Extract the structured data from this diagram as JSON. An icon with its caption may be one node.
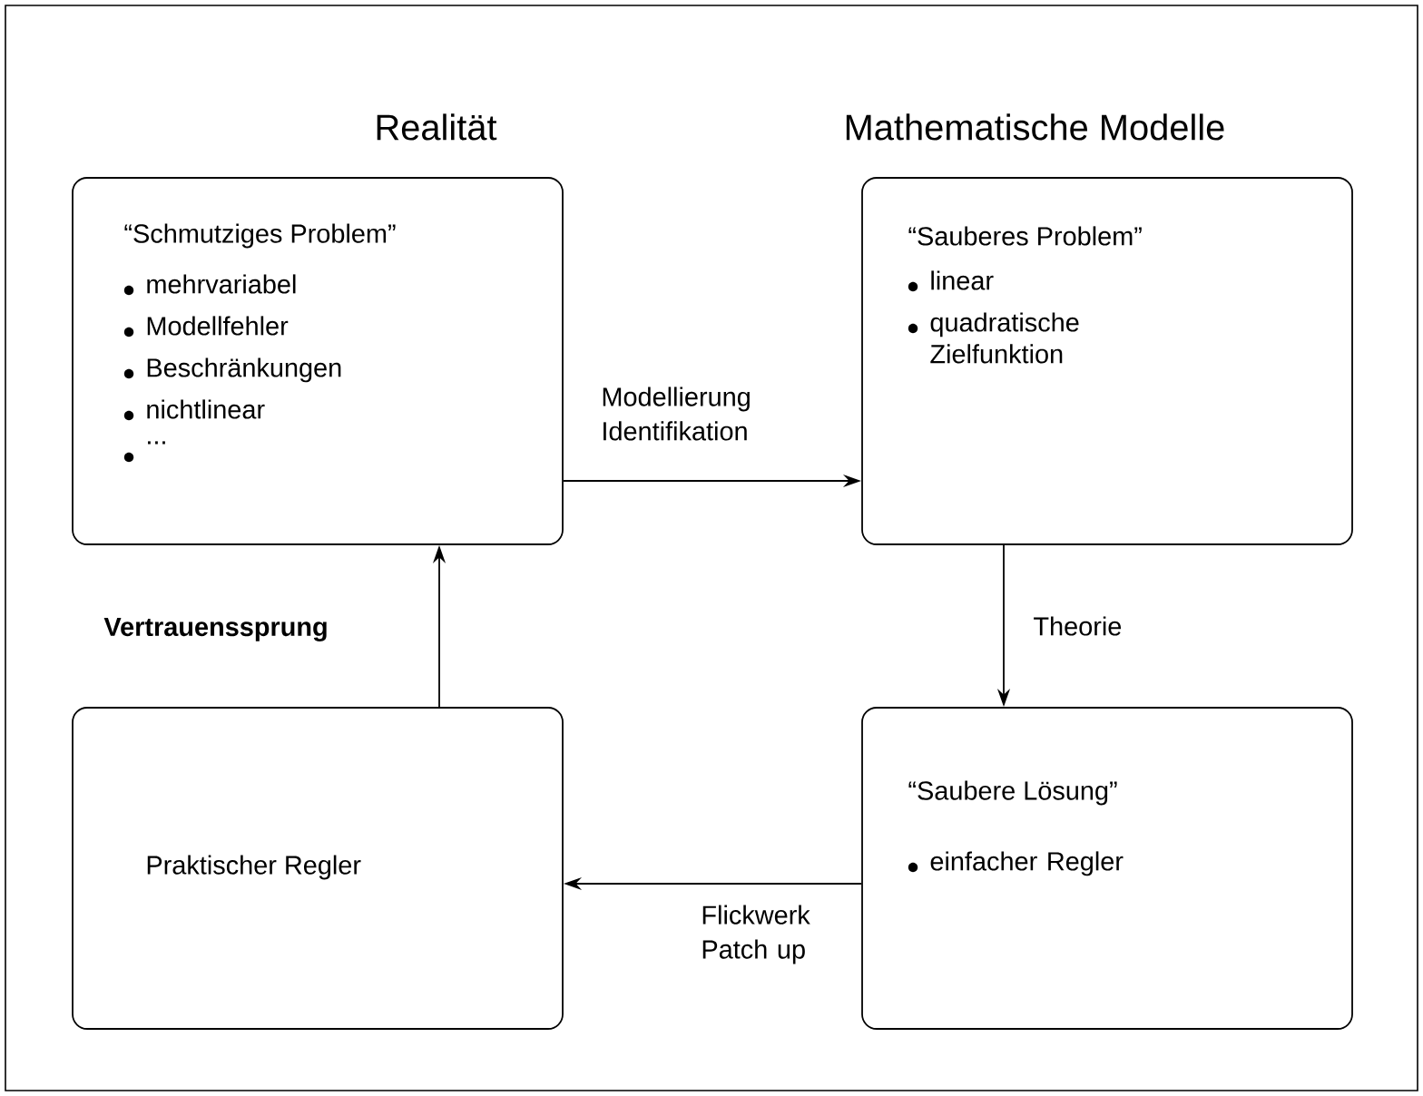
{
  "diagram": {
    "nodes": [
      {
        "text": [
          "“Schmutziges Problem”",
          "mehrvariabel",
          "Modellfehler",
          "Beschränkungen",
          "nichtlinear",
          "..."
        ]
      },
      {
        "text": [
          "“Sauberes Problem”",
          "linear",
          "quadratische Zielfunktion"
        ]
      },
      {
        "text": [
          "“Saubere Lösung”",
          "einfacher Regler"
        ]
      },
      {
        "text": [
          "Praktischer Regler"
        ]
      }
    ],
    "edges": [
      {
        "from": 0,
        "to": 1,
        "arrow": "to",
        "label": "Modellierung Identifikation"
      },
      {
        "from": 1,
        "to": 2,
        "arrow": "to",
        "label": "Theorie"
      },
      {
        "from": 2,
        "to": 3,
        "arrow": "to",
        "label": "Flickwerk Patch up"
      },
      {
        "from": 3,
        "to": 0,
        "arrow": "to",
        "label": "Vertrauenssprung"
      }
    ],
    "labels": [
      "Realität",
      "Mathematische Modelle"
    ]
  }
}
